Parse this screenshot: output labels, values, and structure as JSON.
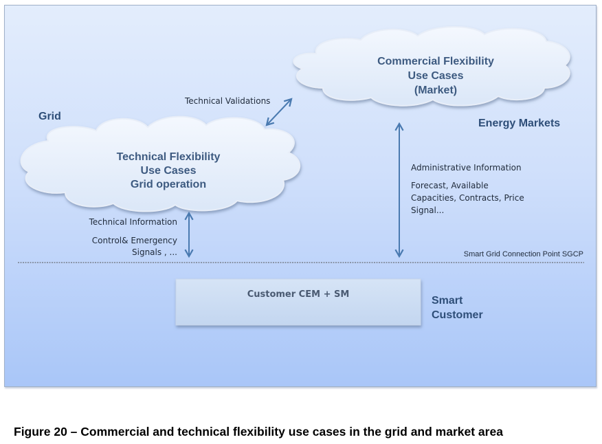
{
  "figure": {
    "caption": "Figure 20 – Commercial and technical flexibility use cases in the grid and market area"
  },
  "regions": {
    "grid": "Grid",
    "energy_markets": "Energy Markets",
    "smart_customer": [
      "Smart",
      "Customer"
    ]
  },
  "clouds": {
    "technical": [
      "Technical Flexibility",
      "Use Cases",
      "Grid operation"
    ],
    "commercial": [
      "Commercial  Flexibility",
      "Use Cases",
      "(Market)"
    ]
  },
  "labels": {
    "technical_validations": "Technical Validations",
    "technical_information": "Technical Information",
    "control_signals": [
      "Control& Emergency",
      "Signals , ..."
    ],
    "administrative_information": "Administrative Information",
    "forecast": [
      "Forecast, Available",
      "Capacities, Contracts, Price",
      "Signal..."
    ],
    "sgcp": "Smart Grid  Connection  Point  SGCP"
  },
  "customer_box": {
    "label": "Customer CEM + SM"
  },
  "colors": {
    "arrow": "#4a7ab0",
    "cloud_text": "#3d5a80",
    "region_text": "#2e4e78"
  }
}
